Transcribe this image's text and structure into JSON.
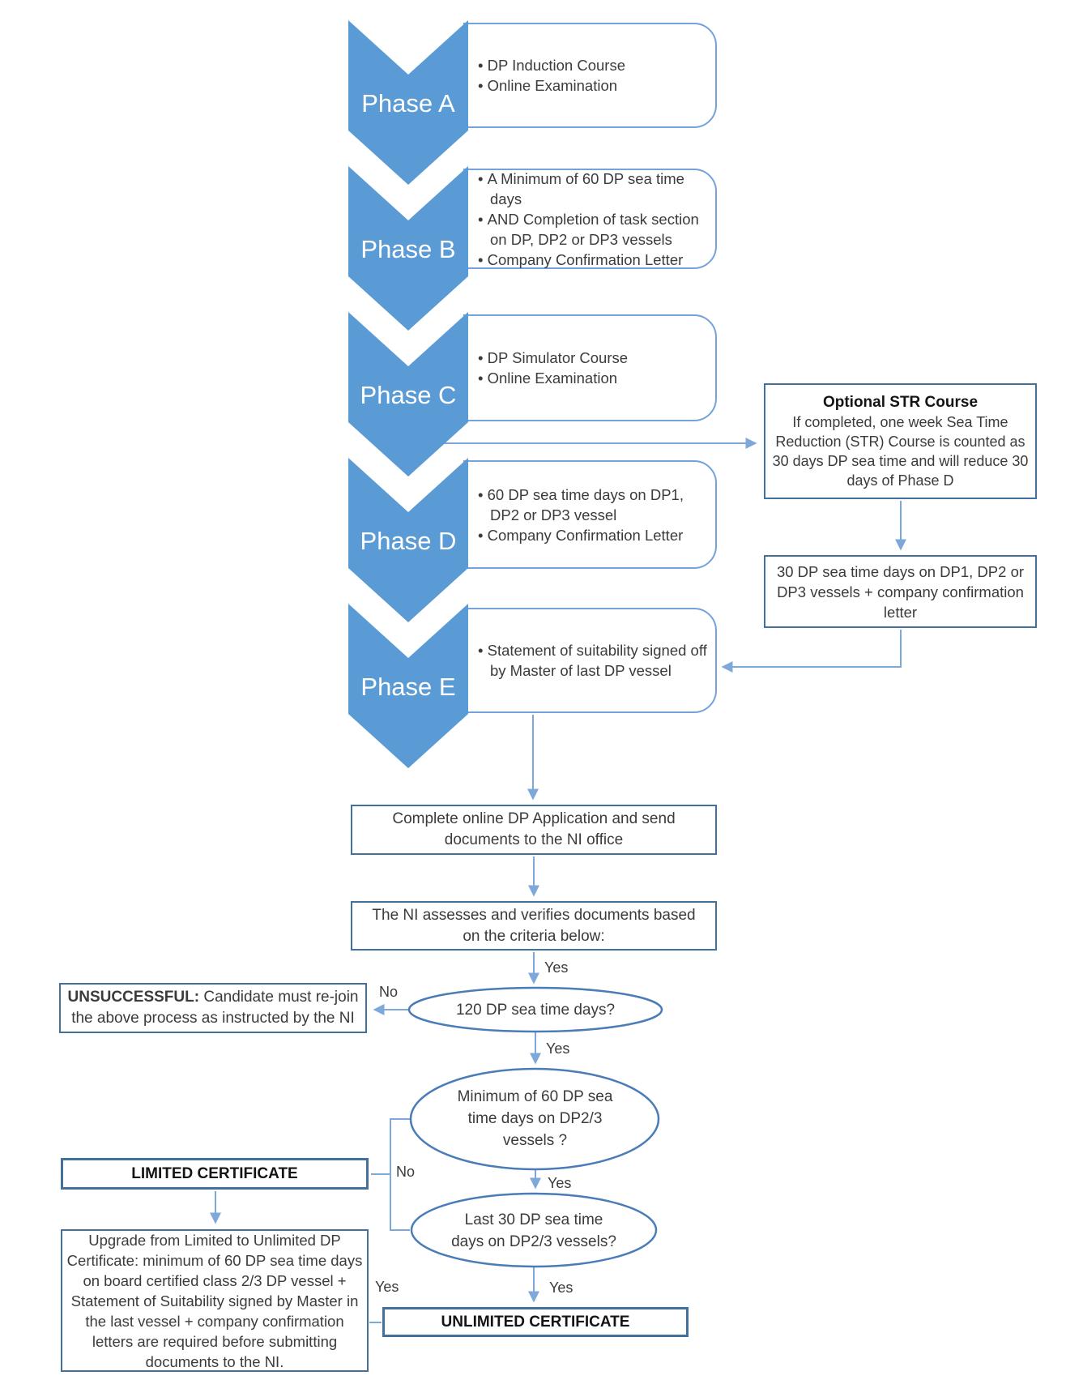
{
  "phases": [
    {
      "label": "Phase A",
      "bullets": [
        "DP Induction Course",
        "Online Examination"
      ]
    },
    {
      "label": "Phase B",
      "bullets": [
        "A Minimum of 60 DP sea time days",
        "AND Completion of task section on DP, DP2 or DP3 vessels",
        "Company Confirmation Letter"
      ]
    },
    {
      "label": "Phase C",
      "bullets": [
        "DP Simulator Course",
        "Online Examination"
      ]
    },
    {
      "label": "Phase D",
      "bullets": [
        "60 DP sea time days on DP1, DP2 or DP3 vessel",
        "Company Confirmation Letter"
      ]
    },
    {
      "label": "Phase E",
      "bullets": [
        "Statement of suitability signed off by Master of last DP vessel"
      ]
    }
  ],
  "side_boxes": {
    "str_title": "Optional STR Course",
    "str_body": "If completed, one week Sea Time Reduction (STR) Course is counted as 30 days DP sea time and will reduce 30 days of Phase D",
    "thirty_days": "30 DP sea time days on DP1, DP2 or DP3 vessels + company confirmation letter"
  },
  "process": {
    "complete_application": "Complete online DP Application and send documents to the NI office",
    "ni_assessment": "The NI assesses and verifies documents based on the criteria below:"
  },
  "decisions": {
    "d120": "120 DP sea time days?",
    "min60": "Minimum of 60 DP sea time days on DP2/3 vessels ?",
    "last30": "Last 30 DP sea time days on DP2/3 vessels?"
  },
  "outcomes": {
    "unsuccessful_bold": "UNSUCCESSFUL:",
    "unsuccessful_rest": " Candidate must re-join the above process as instructed by the NI",
    "limited": "LIMITED CERTIFICATE",
    "unlimited": "UNLIMITED CERTIFICATE",
    "upgrade": "Upgrade from Limited to Unlimited DP Certificate: minimum of 60 DP sea time days on board certified class 2/3 DP vessel + Statement of Suitability signed by Master in the last vessel + company confirmation letters are required before submitting documents to the NI."
  },
  "labels": {
    "yes": "Yes",
    "no": "No"
  },
  "colors": {
    "chevron_fill": "#5b9bd5",
    "phase_box_border": "#74a2d9",
    "rect_border": "#41719c",
    "ellipse_stroke": "#4a7cb8",
    "connector": "#7fa8da",
    "text": "#3b3b3b"
  }
}
